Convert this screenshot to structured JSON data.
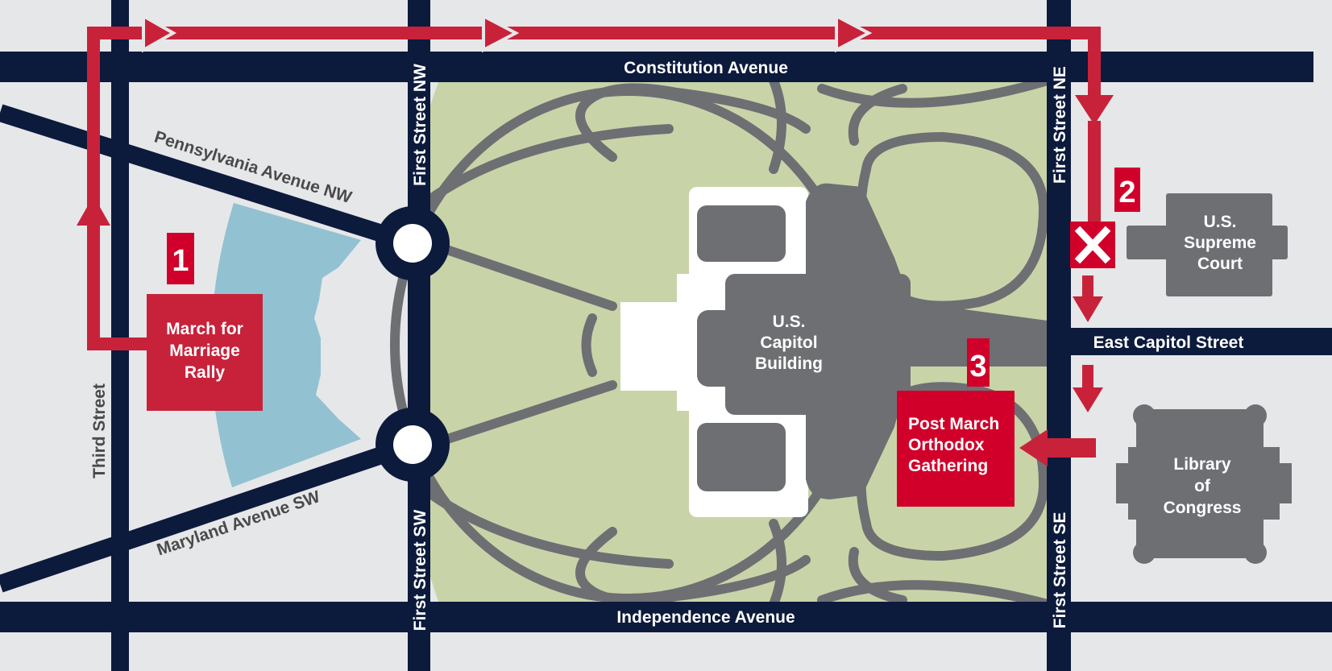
{
  "colors": {
    "background": "#e6e7e9",
    "road": "#0c1a3c",
    "lawn": "#c8d4a8",
    "path": "#6e6f73",
    "building": "#6e6f73",
    "terrace": "#ffffff",
    "pool": "#92c1d2",
    "route": "#c8223a",
    "marker": "#d0002a"
  },
  "streets": {
    "constitution": "Constitution Avenue",
    "independence": "Independence Avenue",
    "pennsylvania": "Pennsylvania Avenue NW",
    "maryland": "Maryland Avenue SW",
    "first_nw": "First Street NW",
    "first_sw": "First Street SW",
    "first_ne": "First Street NE",
    "first_se": "First Street SE",
    "east_capitol": "East Capitol Street",
    "third": "Third Street"
  },
  "landmarks": {
    "capitol": [
      "U.S.",
      "Capitol",
      "Building"
    ],
    "supreme_court": [
      "U.S.",
      "Supreme",
      "Court"
    ],
    "library": [
      "Library",
      "of",
      "Congress"
    ]
  },
  "markers": {
    "rally": {
      "number": "1",
      "lines": [
        "March for",
        "Marriage",
        "Rally"
      ]
    },
    "checkpoint": {
      "number": "2",
      "icon": "x-icon"
    },
    "gathering": {
      "number": "3",
      "lines": [
        "Post March",
        "Orthodox",
        "Gathering"
      ]
    }
  }
}
